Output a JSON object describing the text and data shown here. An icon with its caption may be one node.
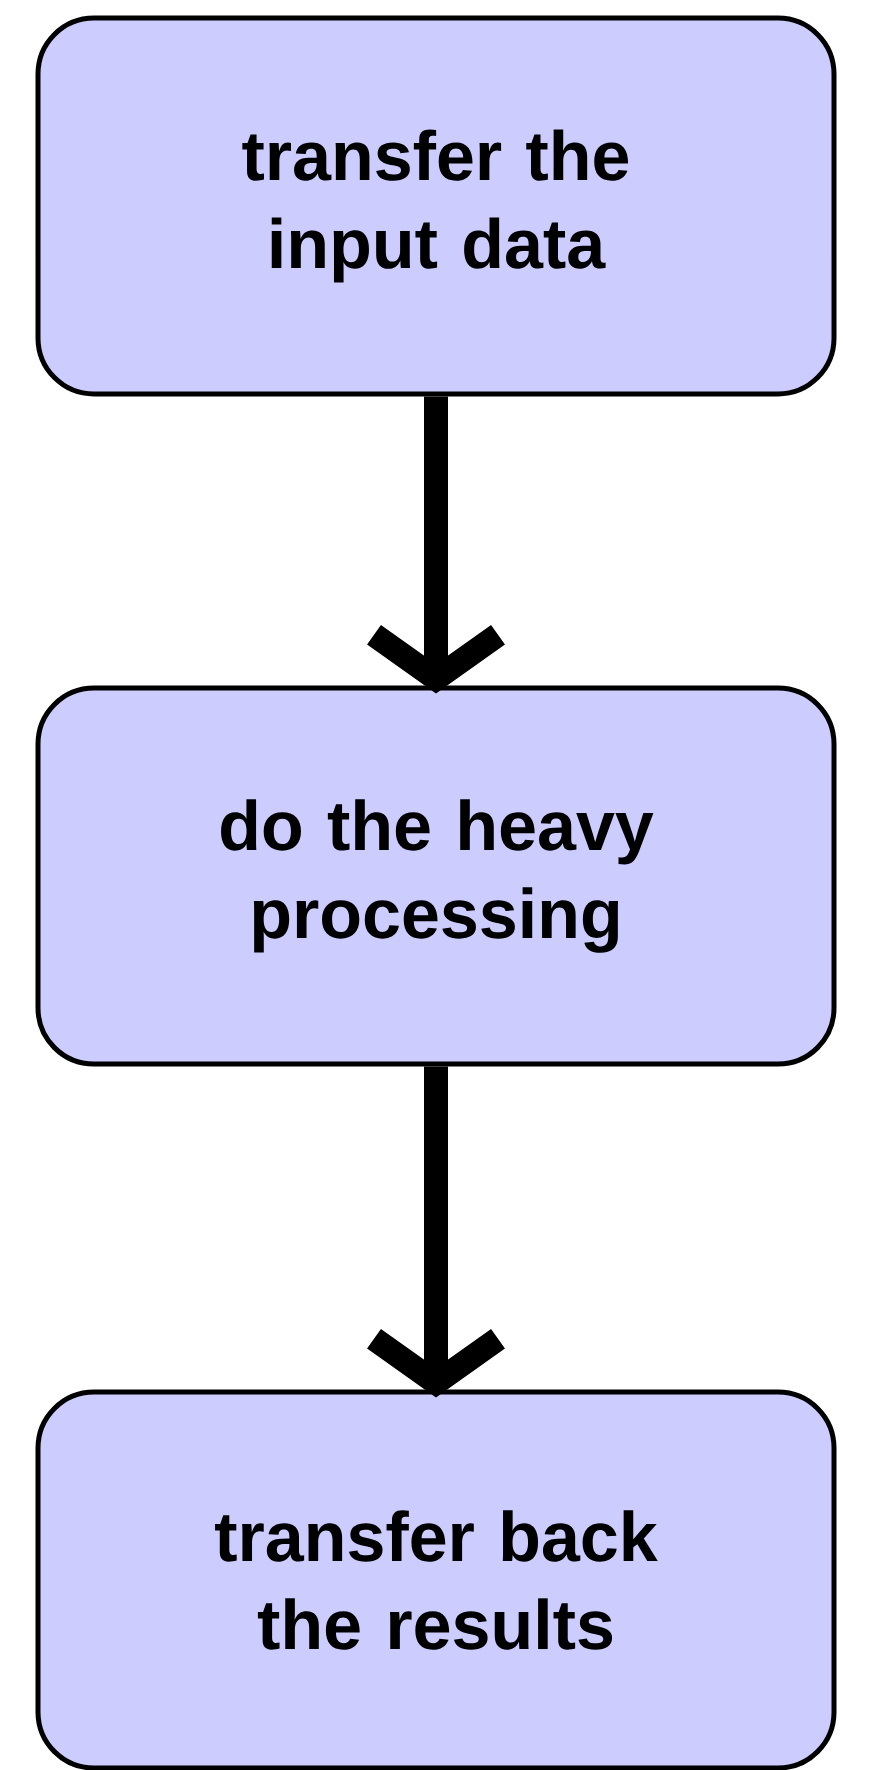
{
  "diagram": {
    "nodes": [
      {
        "text": [
          "transfer the input data"
        ]
      },
      {
        "text": [
          "do the heavy processing"
        ]
      },
      {
        "text": [
          "transfer back the results"
        ]
      }
    ],
    "edges": [
      {
        "from": 0,
        "to": 1,
        "arrow": "to"
      },
      {
        "from": 1,
        "to": 2,
        "arrow": "to"
      }
    ]
  }
}
